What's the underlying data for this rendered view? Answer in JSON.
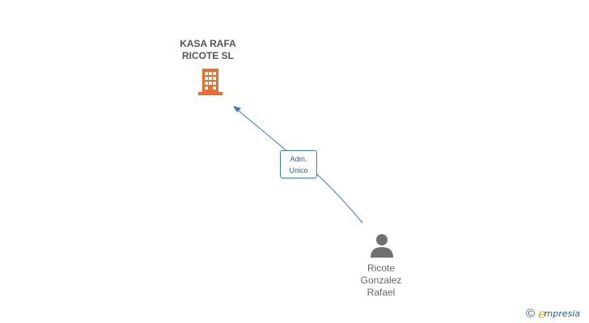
{
  "company": {
    "name_lines": [
      "KASA RAFA",
      "RICOTE SL"
    ],
    "icon": "building-icon",
    "icon_color": "#f26a2a"
  },
  "relation": {
    "label_lines": [
      "Adm.",
      "Unico"
    ],
    "line_color": "#3b78c9"
  },
  "person": {
    "name_lines": [
      "Ricote",
      "Gonzalez",
      "Rafael"
    ],
    "icon": "person-icon",
    "icon_color": "#707070"
  },
  "footer": {
    "copyright_symbol": "©",
    "brand_initial": "e",
    "brand_rest": "mpresia"
  }
}
